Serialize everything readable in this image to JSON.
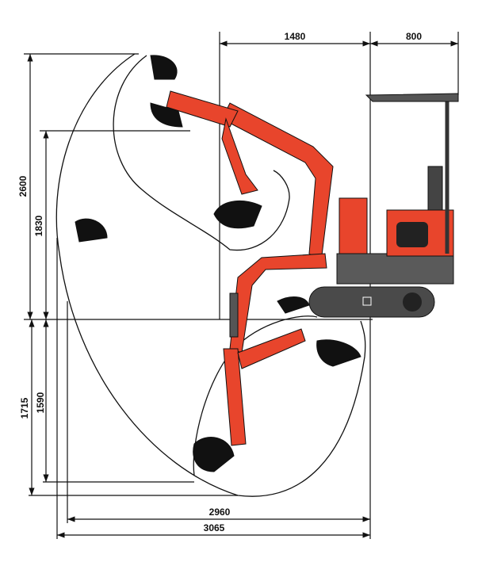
{
  "dimensions": {
    "top_boom_reach": "1480",
    "top_cab_width": "800",
    "max_dig_height": "2600",
    "max_dump_height": "1830",
    "max_dig_depth": "1715",
    "vertical_dig_depth": "1590",
    "ground_reach": "2960",
    "max_reach": "3065"
  },
  "colors": {
    "machine_orange": "#e8452c",
    "dark_grey": "#4a4a4a",
    "black": "#111111",
    "tooth_yellow": "#f0dca0"
  }
}
